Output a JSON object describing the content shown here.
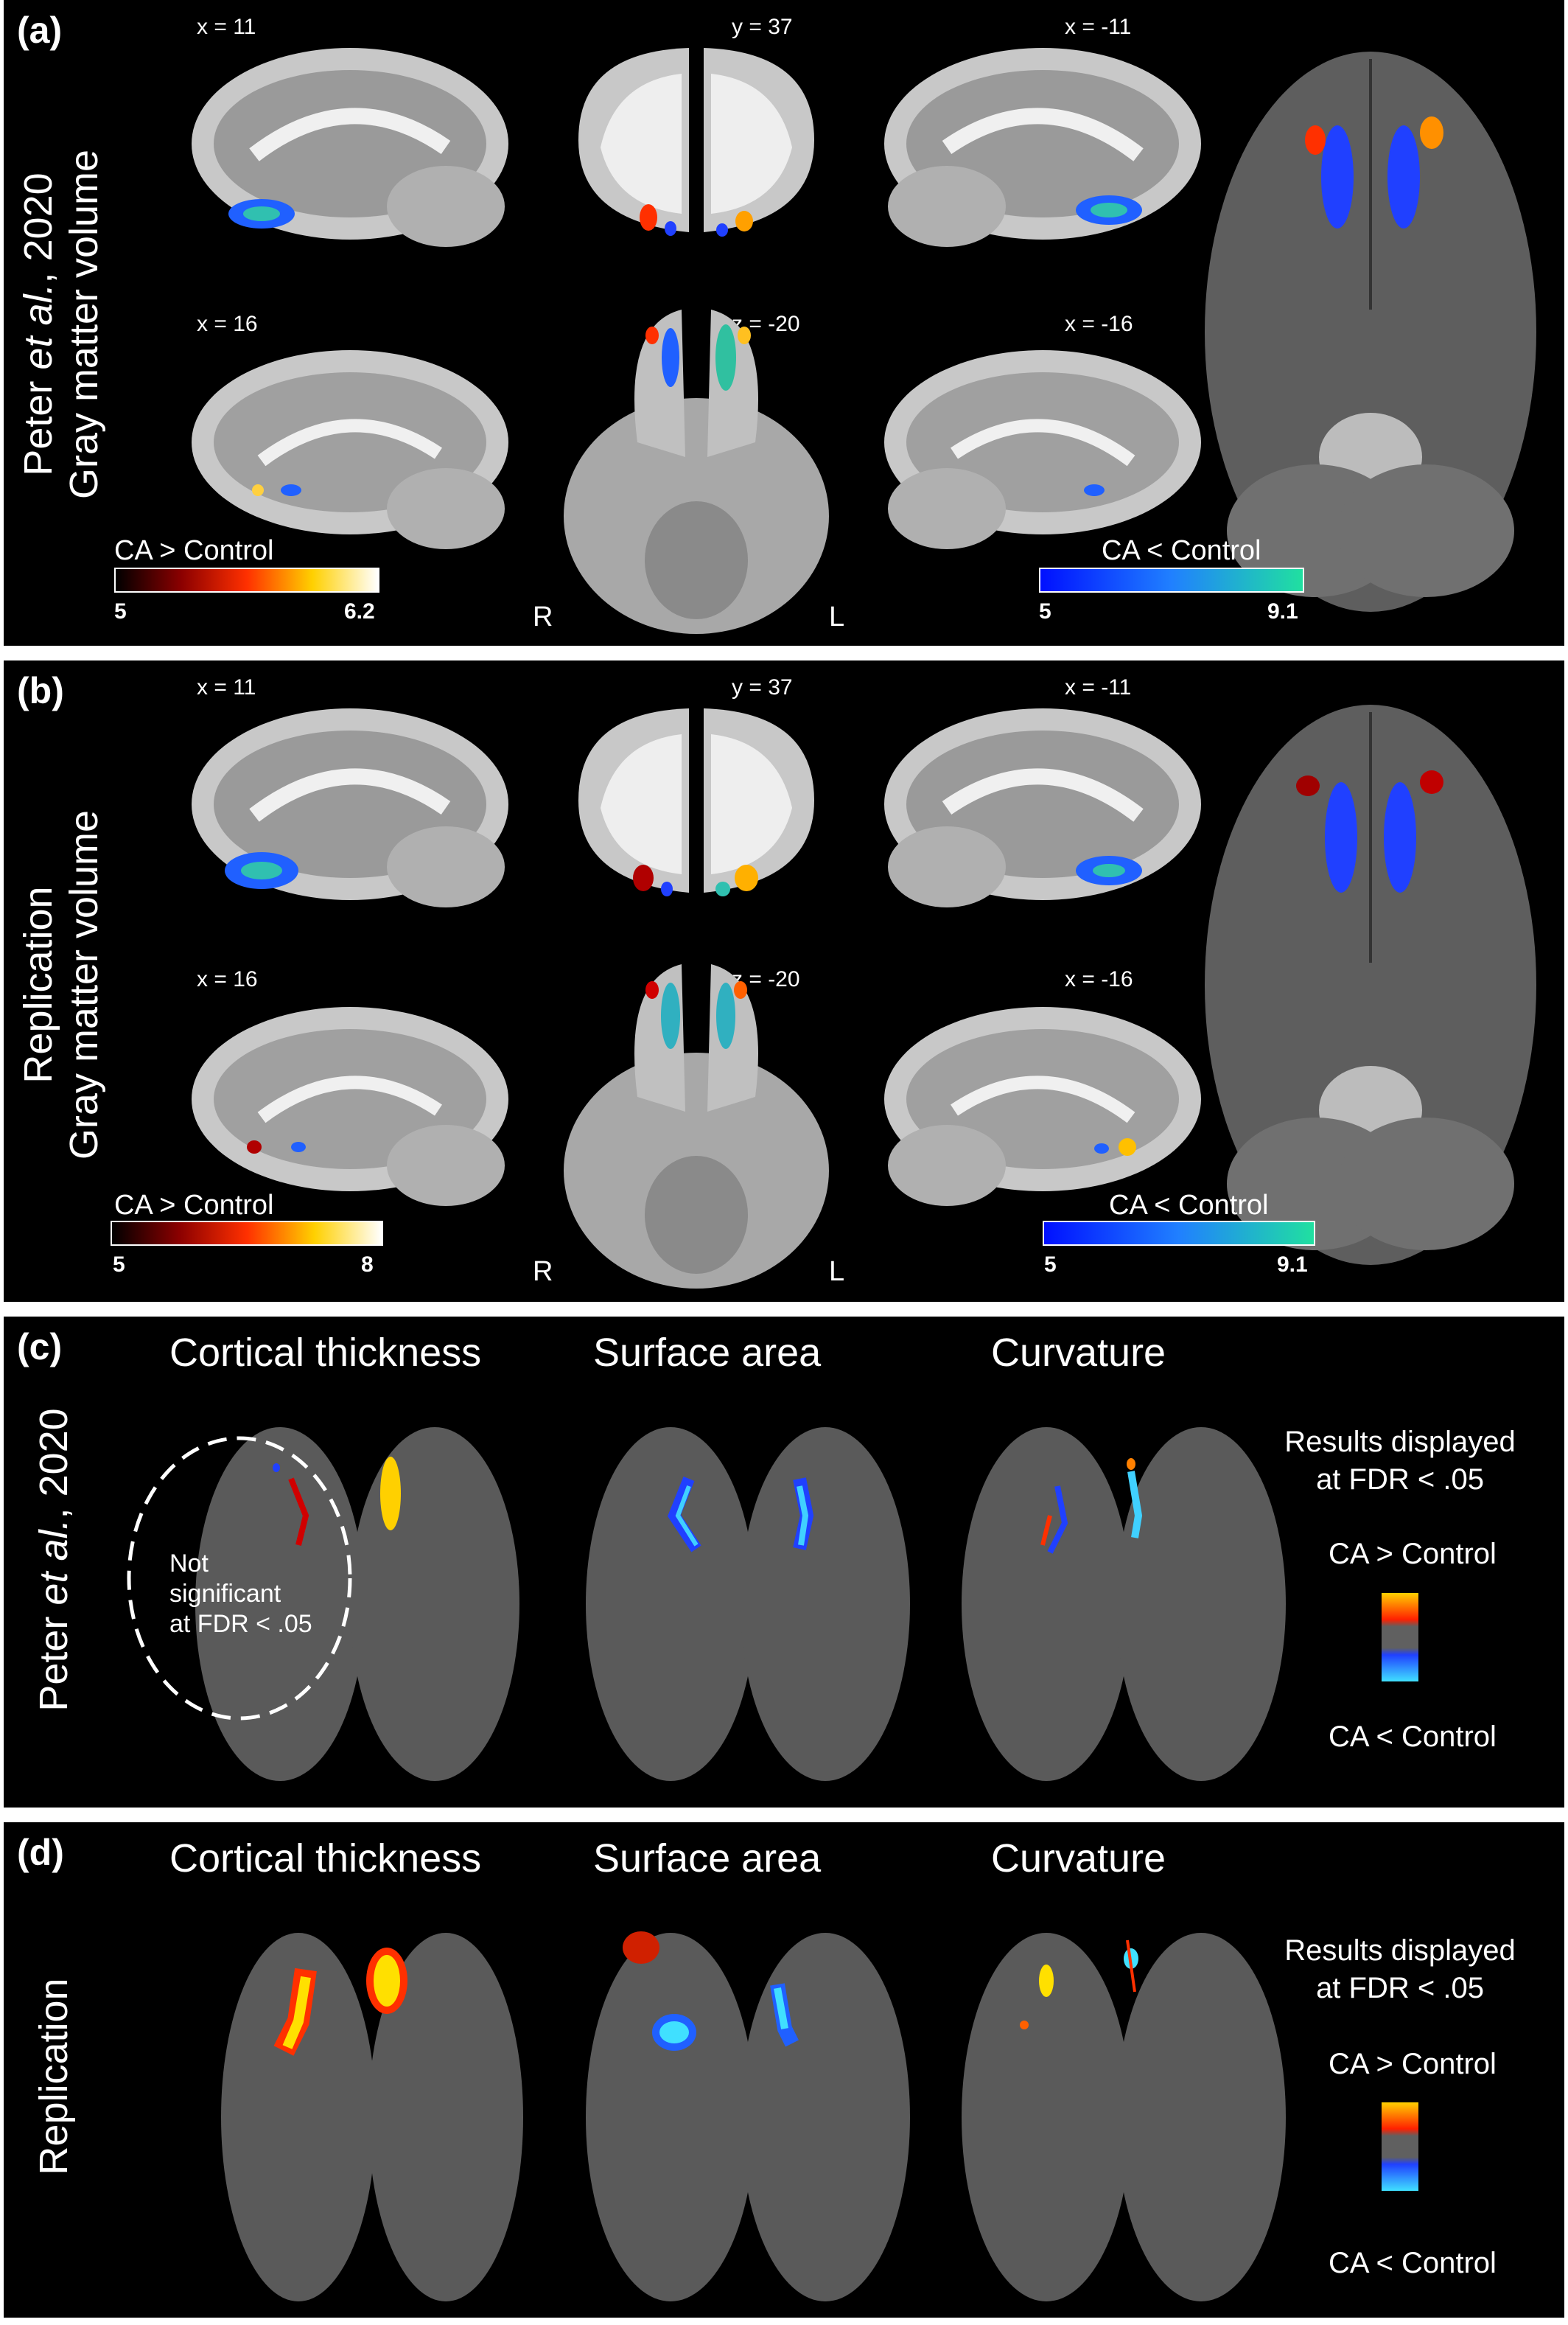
{
  "panels": {
    "a": {
      "label": "(a)",
      "side_line1_prefix": "Peter ",
      "side_line1_italic": "et al.",
      "side_line1_suffix": ", 2020",
      "side_line2": "Gray matter volume",
      "coords": [
        "x = 11",
        "y = 37",
        "x = -11",
        "x = 16",
        "z = -20",
        "x = -16"
      ],
      "cb_pos": {
        "title": "CA > Control",
        "min": "5",
        "max": "6.2"
      },
      "cb_neg": {
        "title": "CA < Control",
        "min": "5",
        "max": "9.1"
      },
      "R": "R",
      "L": "L"
    },
    "b": {
      "label": "(b)",
      "side_line1": "Replication",
      "side_line2": "Gray matter volume",
      "coords": [
        "x = 11",
        "y = 37",
        "x = -11",
        "x = 16",
        "z = -20",
        "x = -16"
      ],
      "cb_pos": {
        "title": "CA > Control",
        "min": "5",
        "max": "8"
      },
      "cb_neg": {
        "title": "CA < Control",
        "min": "5",
        "max": "9.1"
      },
      "R": "R",
      "L": "L"
    },
    "c": {
      "label": "(c)",
      "side_prefix": "Peter ",
      "side_italic": "et al.",
      "side_suffix": ", 2020",
      "headers": [
        "Cortical thickness",
        "Surface area",
        "Curvature"
      ],
      "note": [
        "Not",
        "significant",
        "at FDR < .05"
      ],
      "legend_title": [
        "Results displayed",
        "at FDR < .05"
      ],
      "legend_pos": "CA > Control",
      "legend_neg": "CA < Control"
    },
    "d": {
      "label": "(d)",
      "side": "Replication",
      "headers": [
        "Cortical thickness",
        "Surface area",
        "Curvature"
      ],
      "legend_title": [
        "Results displayed",
        "at FDR < .05"
      ],
      "legend_pos": "CA > Control",
      "legend_neg": "CA < Control"
    }
  },
  "colors": {
    "background": "#000000",
    "positive_low": "#8b0000",
    "positive_mid": "#ff3000",
    "positive_high": "#ffff80",
    "negative_low": "#0020ff",
    "negative_high": "#20e0a0",
    "brain_gray": "#a0a0a0",
    "cortex_gray": "#5a5a5a"
  }
}
